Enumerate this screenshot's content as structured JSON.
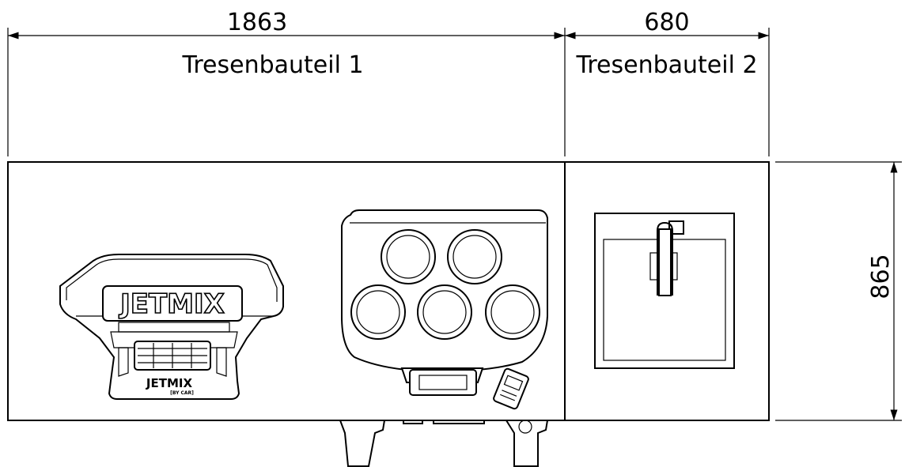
{
  "dimensions": {
    "width_1": "1863",
    "width_2": "680",
    "height": "865"
  },
  "labels": {
    "part_1": "Tresenbauteil 1",
    "part_2": "Tresenbauteil 2"
  },
  "machine": {
    "brand": "JETMIX",
    "brand_small": "JETMIX",
    "brand_sub": "[BY CAR]"
  }
}
